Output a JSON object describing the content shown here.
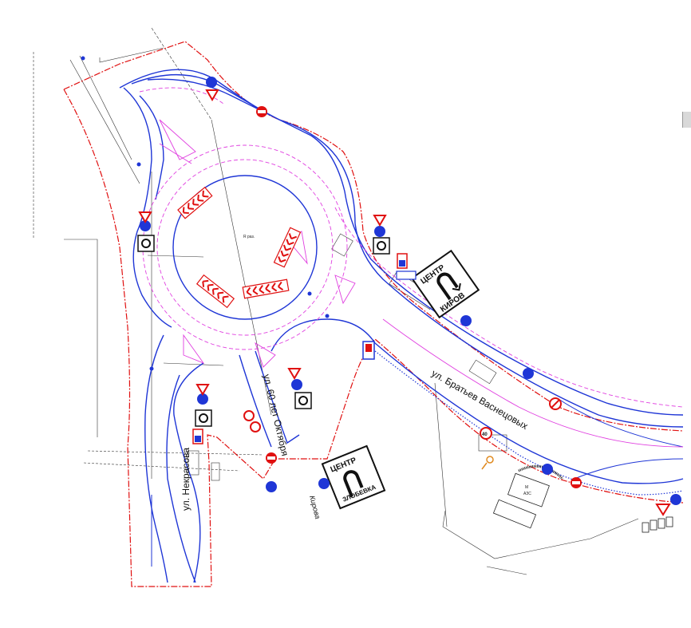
{
  "streets": {
    "nekrasova": "ул. Некрасова",
    "oktyabrya": "ул. 60 лет Октября",
    "vasnetsovykh": "ул. Братьев Васнецовых",
    "kirova": "Кирова"
  },
  "boards": {
    "board_1": {
      "top": "ЦЕНТР",
      "bottom": "КИРОВ"
    },
    "board_2": {
      "top": "ЦЕНТР",
      "bottom": "ЗЛОБЕВКА"
    }
  },
  "speed_sign": "40",
  "labels": {
    "radius": "R раз.",
    "m_top": "М",
    "m_bottom": "АЗС"
  },
  "colors": {
    "road_edge": "#1f36d6",
    "marking": "#e040e0",
    "boundary": "#e01010",
    "construction": "#111111"
  }
}
